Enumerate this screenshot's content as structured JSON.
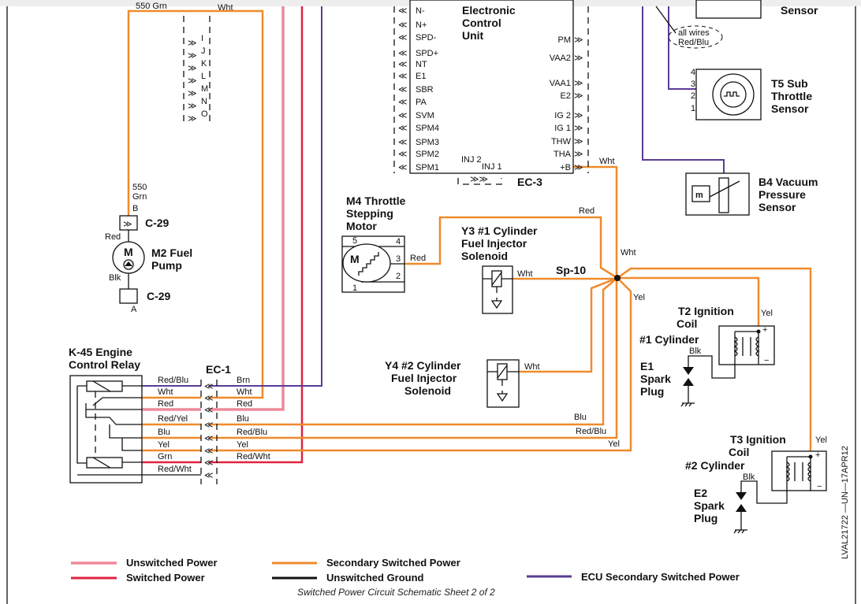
{
  "top_labels": {
    "grn": "550 Grn",
    "wht": "Wht",
    "pins": [
      "I",
      "J",
      "K",
      "L",
      "M",
      "N",
      "O"
    ]
  },
  "ecu": {
    "title": [
      "Electronic",
      "Control",
      "Unit"
    ],
    "left_pins": [
      "N-",
      "N+",
      "SPD-",
      "SPD+",
      "NT",
      "E1",
      "SBR",
      "PA",
      "SVM",
      "SPM4",
      "SPM3",
      "SPM2",
      "SPM1"
    ],
    "right_pins": [
      "PM",
      "VAA2",
      "VAA1",
      "E2",
      "IG 2",
      "IG 1",
      "THW",
      "THA",
      "+B"
    ],
    "inj2": "INJ 2",
    "inj1": "INJ 1",
    "connector": "EC-3",
    "b_wire": "Wht"
  },
  "sensors": {
    "top_sensor": "Sensor",
    "note": [
      "all wires",
      "Red/Blu"
    ],
    "t5": {
      "title": [
        "T5 Sub",
        "Throttle",
        "Sensor"
      ],
      "pins": [
        "4",
        "3",
        "2",
        "1"
      ]
    },
    "b4": {
      "title": [
        "B4 Vacuum",
        "Pressure",
        "Sensor"
      ],
      "symbol": "m"
    }
  },
  "fuel_pump": {
    "wire": [
      "550",
      "Grn"
    ],
    "pin_b": "B",
    "conn_top": "C-29",
    "red": "Red",
    "motor": "M",
    "title": [
      "M2 Fuel",
      "Pump"
    ],
    "blk": "Blk",
    "conn_bot": "C-29",
    "pin_a": "A"
  },
  "m4": {
    "title": [
      "M4 Throttle",
      "Stepping",
      "Motor"
    ],
    "pins": [
      "5",
      "4",
      "3",
      "2",
      "1"
    ],
    "motor": "M",
    "wire": "Red",
    "wire2": "Red"
  },
  "y3": {
    "title": [
      "Y3 #1 Cylinder",
      "Fuel Injector",
      "Solenoid"
    ],
    "wire": "Wht"
  },
  "y4": {
    "title": [
      "Y4 #2 Cylinder",
      "Fuel Injector",
      "Solenoid"
    ],
    "wire": "Wht"
  },
  "splice": {
    "label": "Sp-10",
    "wht": "Wht",
    "yel": "Yel"
  },
  "t2": {
    "title": [
      "T2 Ignition",
      "Coil",
      "#1 Cylinder"
    ],
    "yel": "Yel",
    "blk": "Blk",
    "plus": "+",
    "minus": "−"
  },
  "e1": {
    "title": [
      "E1",
      "Spark",
      "Plug"
    ]
  },
  "t3": {
    "title": [
      "T3 Ignition",
      "Coil",
      "#2 Cylinder"
    ],
    "yel": "Yel",
    "blk": "Blk",
    "plus": "+",
    "minus": "−"
  },
  "e2": {
    "title": [
      "E2",
      "Spark",
      "Plug"
    ]
  },
  "relay": {
    "title": [
      "K-45 Engine",
      "Control Relay"
    ],
    "connector": "EC-1",
    "left_wires": [
      "Red/Blu",
      "Wht",
      "Red",
      "Red/Yel",
      "Blu",
      "Yel",
      "Grn",
      "Red/Wht"
    ],
    "right_wires": [
      "Brn",
      "Wht",
      "Red",
      "Blu",
      "Red/Blu",
      "Yel",
      "Red/Wht"
    ],
    "far_labels": [
      "Blu",
      "Red/Blu",
      "Yel"
    ]
  },
  "legend": {
    "items": [
      {
        "label": "Unswitched Power",
        "color": "#ee8a9a"
      },
      {
        "label": "Switched Power",
        "color": "#e0233f"
      },
      {
        "label": "Secondary Switched Power",
        "color": "#f08a2c"
      },
      {
        "label": "Unswitched Ground",
        "color": "#111111"
      },
      {
        "label": "ECU Secondary Switched Power",
        "color": "#5b3c96"
      }
    ],
    "caption": "Switched Power Circuit Schematic Sheet 2 of 2"
  },
  "figure_id": "LVAL21722 —UN—17APR12"
}
